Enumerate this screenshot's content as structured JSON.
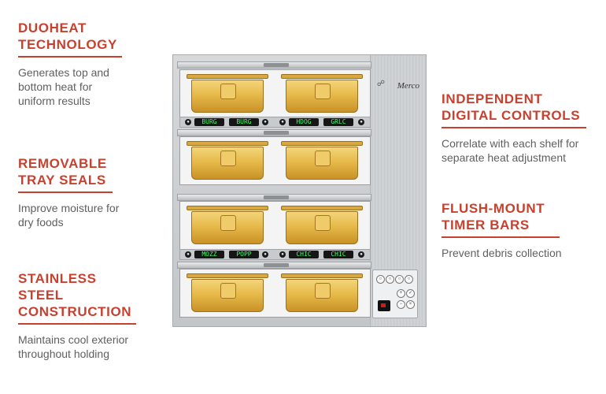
{
  "features": [
    {
      "id": "duoheat",
      "title_lines": [
        "DUOHEAT",
        "TECHNOLOGY"
      ],
      "desc_lines": [
        "Generates top and",
        "bottom heat for",
        "uniform results"
      ]
    },
    {
      "id": "tray-seals",
      "title_lines": [
        "REMOVABLE",
        "TRAY SEALS"
      ],
      "desc_lines": [
        "Improve moisture for",
        "dry foods"
      ]
    },
    {
      "id": "stainless",
      "title_lines": [
        "STAINLESS",
        "STEEL",
        "CONSTRUCTION"
      ],
      "desc_lines": [
        "Maintains cool exterior",
        "throughout holding"
      ]
    },
    {
      "id": "controls",
      "title_lines": [
        "INDEPENDENT",
        "DIGITAL CONTROLS"
      ],
      "desc_lines": [
        "Correlate with each shelf for",
        "separate heat adjustment"
      ]
    },
    {
      "id": "timer-bars",
      "title_lines": [
        "FLUSH-MOUNT",
        "TIMER BARS"
      ],
      "desc_lines": [
        "Prevent debris collection"
      ]
    }
  ],
  "unit": {
    "brand": "Merco",
    "timers_row1": [
      "BURG",
      "BURG",
      "HDOG",
      "GRLC"
    ],
    "timers_row3": [
      "MOZZ",
      "POPP",
      "CHIC",
      "CHIC"
    ]
  },
  "colors": {
    "accent": "#c8412f",
    "desc_text": "#5f5f5f",
    "steel": "#c3c6c9",
    "tray_amber": "#e7ba4a"
  }
}
